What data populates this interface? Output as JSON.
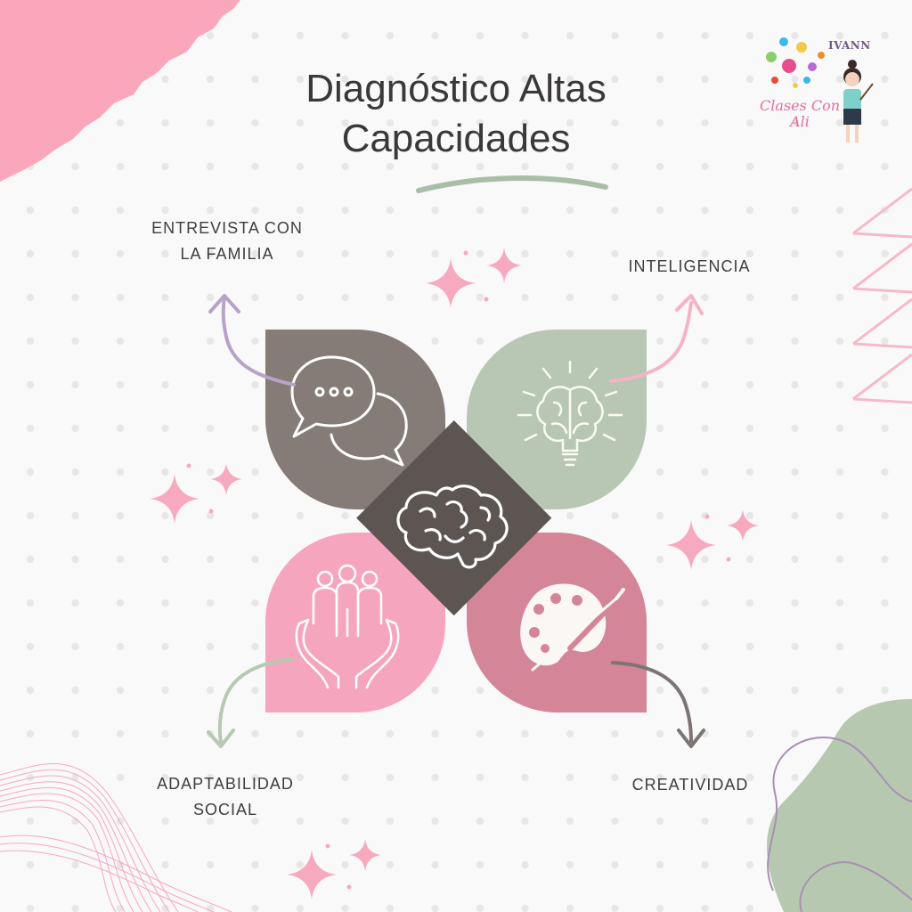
{
  "title_line1": "Diagnóstico Altas",
  "title_line2": "Capacidades",
  "items": [
    {
      "label": "ENTREVISTA CON\nLA FAMILIA",
      "icon": "chat-bubbles-icon",
      "color": "#857b77"
    },
    {
      "label": "INTELIGENCIA",
      "icon": "brain-lightbulb-icon",
      "color": "#b8c7b3"
    },
    {
      "label": "ADAPTABILIDAD\nSOCIAL",
      "icon": "hands-people-icon",
      "color": "#f6a5be"
    },
    {
      "label": "CREATIVIDAD",
      "icon": "palette-icon",
      "color": "#d48598"
    }
  ],
  "center_icon": "brain-icon",
  "center_color": "#5d5552",
  "logo": {
    "brand": "IVANN",
    "name": "Clases Con\nAli"
  },
  "colors": {
    "pink_accent": "#f8a9c0",
    "sage": "#b8c9b4",
    "lavender": "#b39bc4",
    "background": "#faf9f9"
  }
}
